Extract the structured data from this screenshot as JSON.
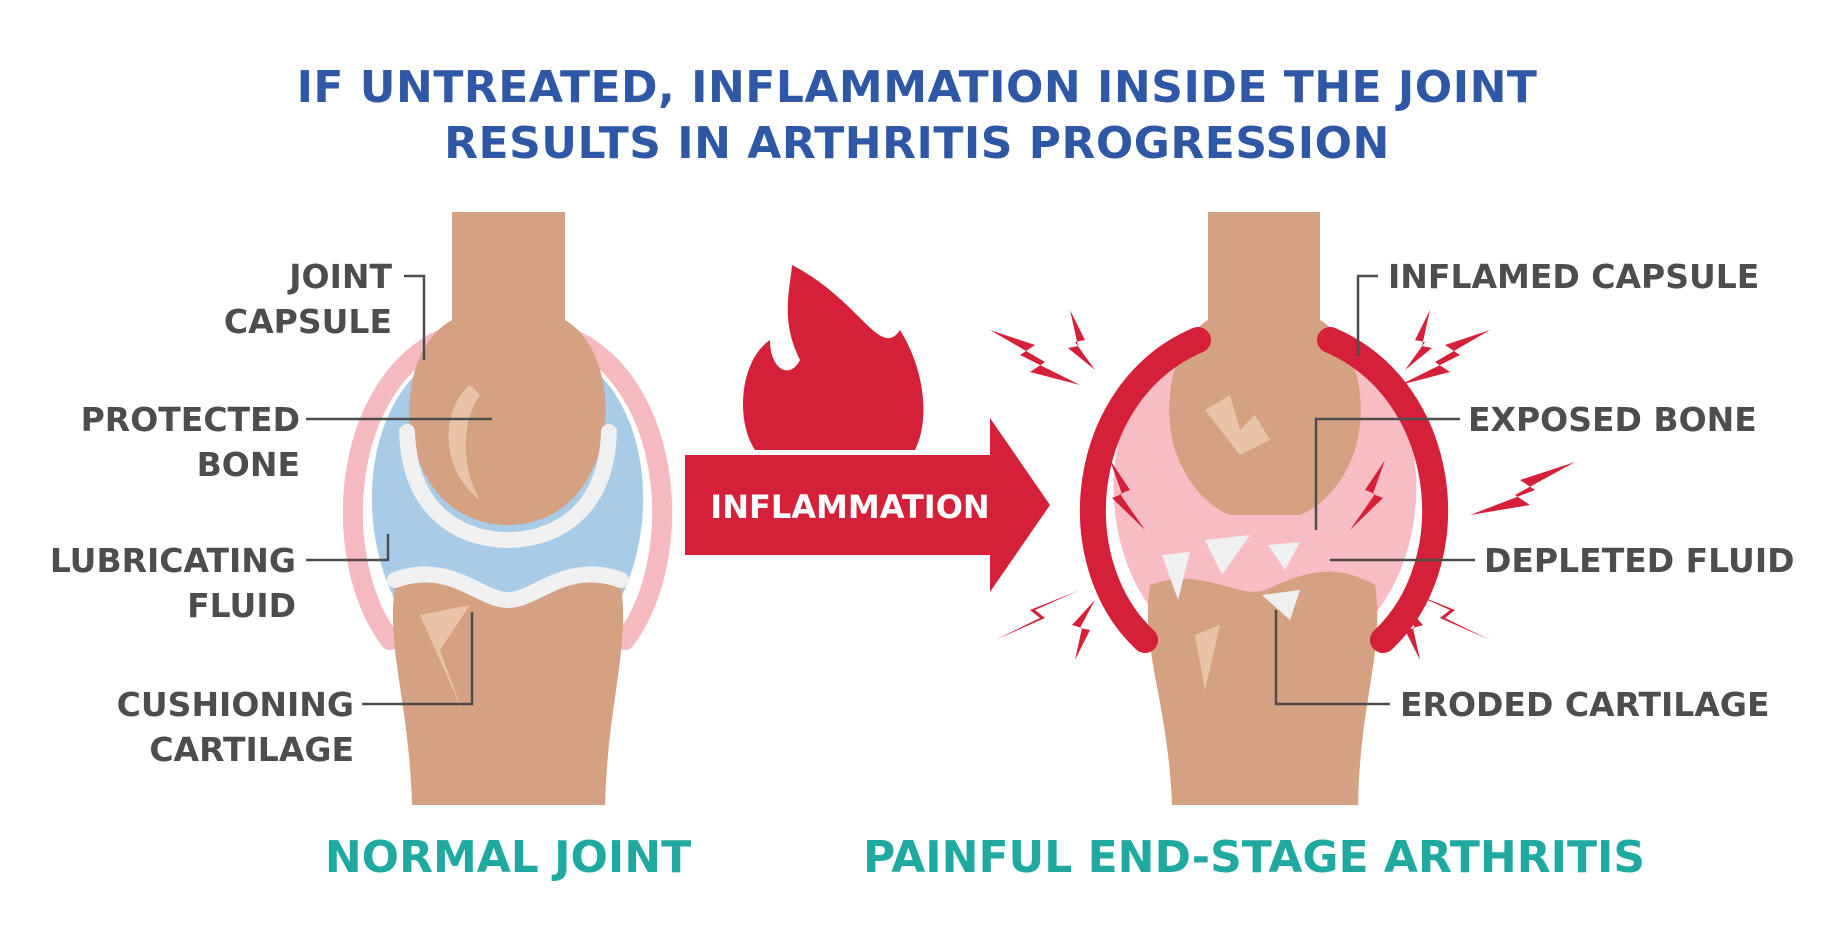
{
  "title": {
    "line1": "IF UNTREATED, INFLAMMATION INSIDE THE JOINT",
    "line2": "RESULTS IN ARTHRITIS PROGRESSION"
  },
  "normal_joint": {
    "caption": "NORMAL JOINT",
    "labels": {
      "joint_capsule": [
        "JOINT",
        "CAPSULE"
      ],
      "protected_bone": [
        "PROTECTED",
        "BONE"
      ],
      "lubricating_fluid": [
        "LUBRICATING",
        "FLUID"
      ],
      "cushioning_cartilage": [
        "CUSHIONING",
        "CARTILAGE"
      ]
    }
  },
  "arrow": {
    "label": "INFLAMMATION"
  },
  "arthritic_joint": {
    "caption": "PAINFUL END-STAGE ARTHRITIS",
    "labels": {
      "inflamed_capsule": "INFLAMED CAPSULE",
      "exposed_bone": "EXPOSED BONE",
      "depleted_fluid": "DEPLETED FLUID",
      "eroded_cartilage": "ERODED CARTILAGE"
    }
  },
  "colors": {
    "title": "#2e58a6",
    "caption": "#1fa9a0",
    "label": "#4d4d4d",
    "bone": "#d4a283",
    "bone_highlight": "#e8c3a8",
    "fluid": "#a8cbe8",
    "capsule_normal": "#f5b9c0",
    "cartilage": "#f0f0f0",
    "inflamed": "#d42038",
    "inflamed_fluid": "#f7bcc4"
  }
}
